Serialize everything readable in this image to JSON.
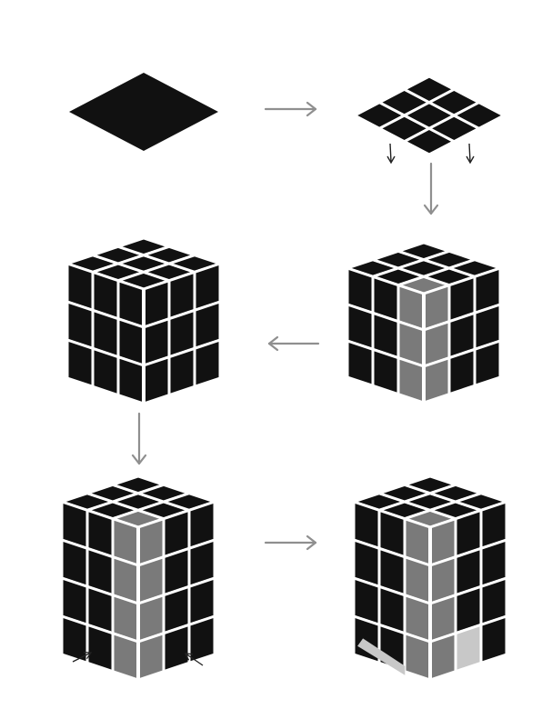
{
  "colors": {
    "background": "#ffffff",
    "tile": "#111111",
    "gap": "#ffffff",
    "highlight": "#7a7a7a",
    "highlight_light": "#c8c8c8",
    "arrow": "#8f8f8f",
    "small_arrow": "#222222"
  },
  "steps": [
    {
      "name": "flat-square",
      "kind": "rhombus"
    },
    {
      "name": "grid-3x3",
      "kind": "grid",
      "cols": 3,
      "rows": 3
    },
    {
      "name": "cube-3x3x3",
      "kind": "cube",
      "levels": 3,
      "highlight": false
    },
    {
      "name": "cube-3x3x3-highlight",
      "kind": "cube",
      "levels": 3,
      "highlight": true
    },
    {
      "name": "cube-3x3x4-highlight",
      "kind": "cube",
      "levels": 4,
      "highlight": true
    },
    {
      "name": "cube-3x3x4-cutaway",
      "kind": "cube",
      "levels": 4,
      "highlight": true,
      "cutaway": true
    }
  ],
  "arrow_icons": [
    "arrow-right-icon",
    "arrow-down-icon",
    "arrow-left-icon",
    "arrow-down-icon",
    "arrow-right-icon"
  ]
}
